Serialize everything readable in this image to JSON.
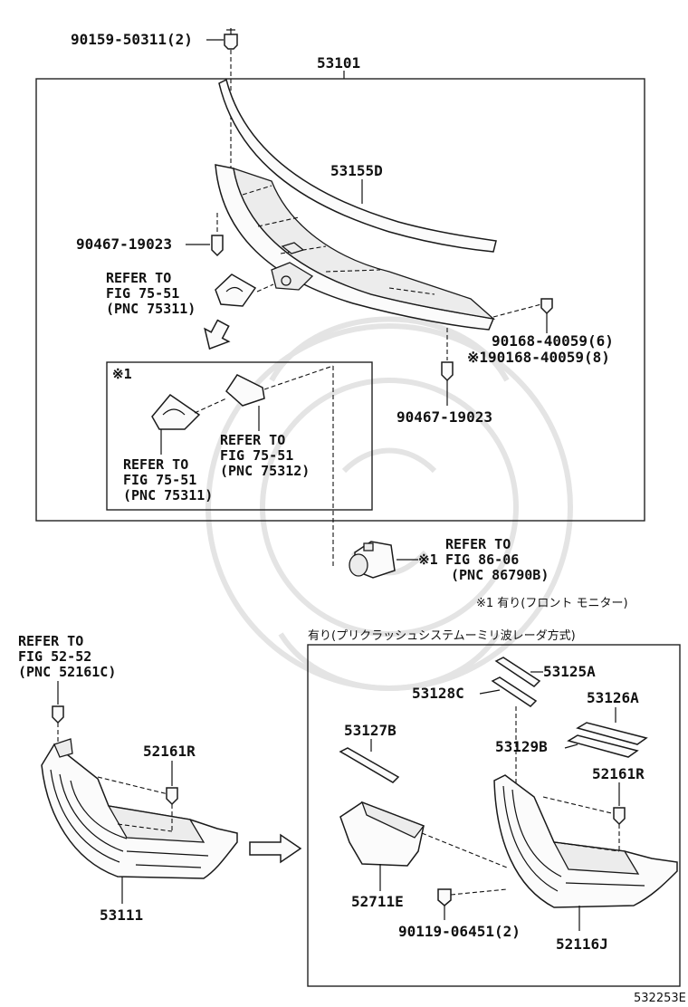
{
  "part_numbers": {
    "p90159": "90159-50311(2)",
    "p53101": "53101",
    "p53155D": "53155D",
    "p90467_top": "90467-19023",
    "p90168": "90168-40059(6)",
    "p90168_alt": "※190168-40059(8)",
    "p90467_bottom": "90467-19023",
    "p53125A": "53125A",
    "p53128C": "53128C",
    "p53126A": "53126A",
    "p53127B": "53127B",
    "p53129B": "53129B",
    "p52161R_left": "52161R",
    "p52161R_right": "52161R",
    "p53111": "53111",
    "p52711E": "52711E",
    "p90119": "90119-06451(2)",
    "p52116J": "52116J"
  },
  "references": {
    "ref_75311_top": [
      "REFER TO",
      "FIG 75-51",
      "(PNC 75311)"
    ],
    "ref_75312": [
      "REFER TO",
      "FIG 75-51",
      "(PNC 75312)"
    ],
    "ref_75311_inset": [
      "REFER TO",
      "FIG 75-51",
      "(PNC 75311)"
    ],
    "ref_86790B": [
      "REFER TO",
      "FIG 86-06",
      "(PNC 86790B)"
    ],
    "ref_52161C": [
      "REFER TO",
      "FIG 52-52",
      "(PNC 52161C)"
    ]
  },
  "notes": {
    "inset_marker": "※1",
    "sensor_marker": "※1",
    "footnote_1": "※1 有り(フロント モニター)",
    "precrash_condition": "有り(プリクラッシュシステムーミリ波レーダ方式)"
  },
  "diagram_id": "532253E",
  "colors": {
    "line": "#111111",
    "watermark": "#e4e4e4",
    "background": "#ffffff"
  }
}
